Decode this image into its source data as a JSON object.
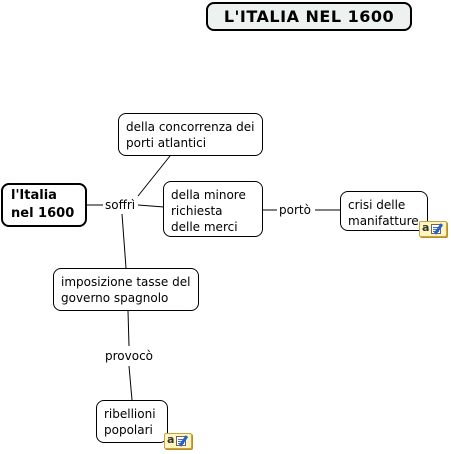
{
  "title": "L'ITALIA NEL 1600",
  "nodes": {
    "main": "l'Italia nel 1600",
    "concorrenza": "della concorrenza dei porti atlantici",
    "richiesta": "della minore richiesta delle merci",
    "crisi": "crisi delle manifatture",
    "tasse": "imposizione tasse del governo spagnolo",
    "ribellioni": "ribellioni popolari"
  },
  "links": {
    "soffri": "soffrì",
    "porto": "portò",
    "provoco": "provocò"
  },
  "icons": {
    "crisi_note": "note-icon",
    "ribellioni_note": "note-icon"
  }
}
